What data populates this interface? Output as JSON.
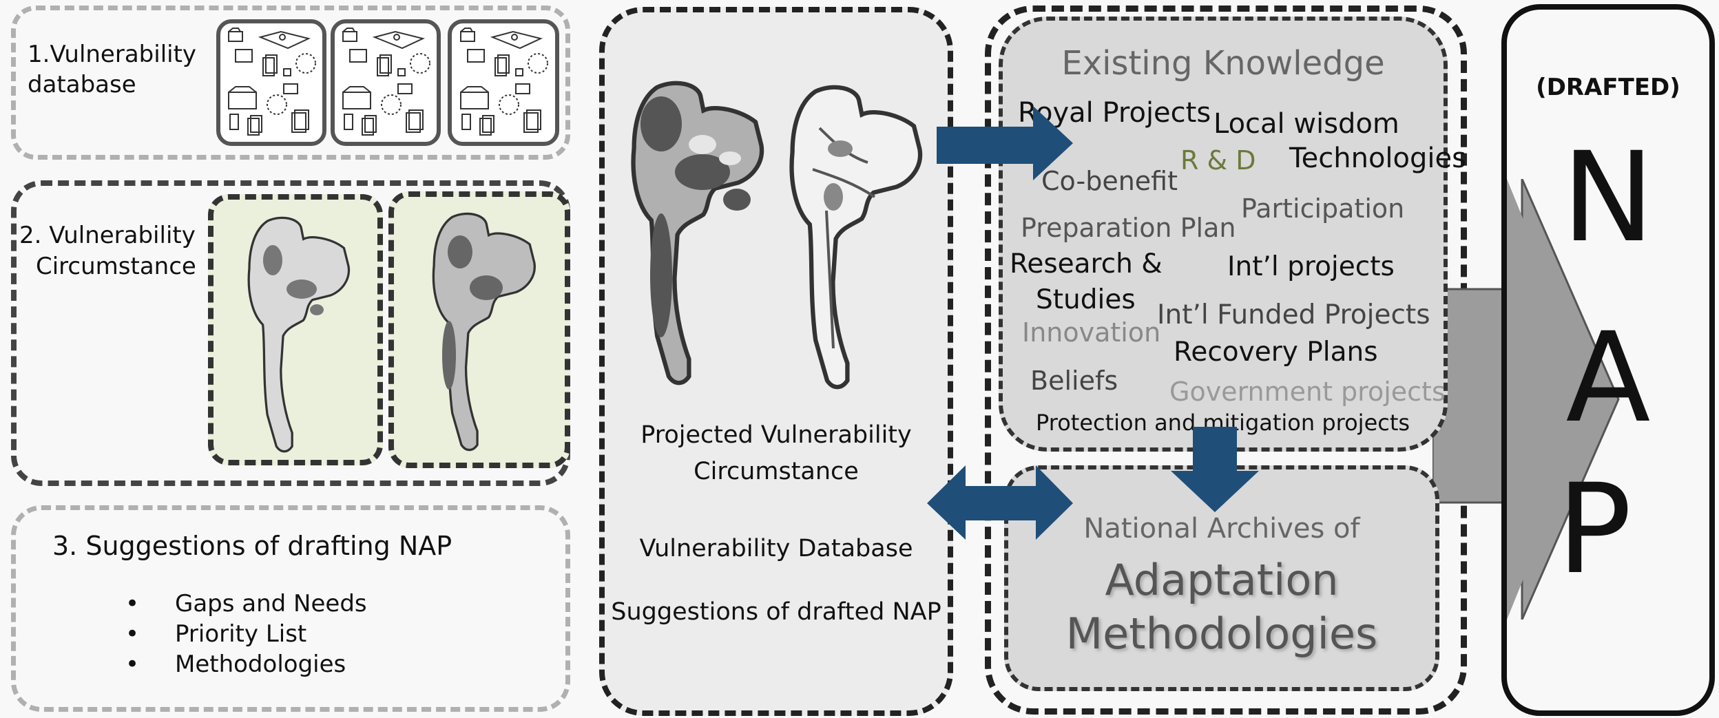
{
  "panel1": {
    "label_line1": "1.Vulnerability",
    "label_line2": "database"
  },
  "panel2": {
    "label_line1": "2. Vulnerability",
    "label_line2": "Circumstance"
  },
  "panel3": {
    "title": "3. Suggestions of drafting NAP",
    "bullets": [
      "Gaps and Needs",
      "Priority List",
      "Methodologies"
    ]
  },
  "middle": {
    "line1": "Projected Vulnerability",
    "line2": "Circumstance",
    "line3": "Vulnerability Database",
    "line4": "Suggestions of drafted NAP"
  },
  "knowledge": {
    "title": "Existing Knowledge",
    "words": {
      "royal": "Royal Projects",
      "local": "Local wisdom",
      "rnd": "R & D",
      "tech": "Technologies",
      "cobenefit": "Co-benefit",
      "participation": "Participation",
      "prep": "Preparation Plan",
      "research1": "Research &",
      "research2": "Studies",
      "intl": "Int’l projects",
      "funded": "Int’l Funded Projects",
      "innovation": "Innovation",
      "recovery": "Recovery Plans",
      "beliefs": "Beliefs",
      "gov": "Government projects",
      "protection": "Protection and mitigation projects"
    }
  },
  "archives": {
    "line1": "National Archives of",
    "line2": "Adaptation",
    "line3": "Methodologies"
  },
  "nap": {
    "drafted": "(DRAFTED)",
    "letters": [
      "N",
      "A",
      "P"
    ]
  },
  "colors": {
    "arrow_blue": "#1f4e79",
    "rnd_green": "#6b7a3a",
    "map_bg": "#eaf0dc"
  }
}
